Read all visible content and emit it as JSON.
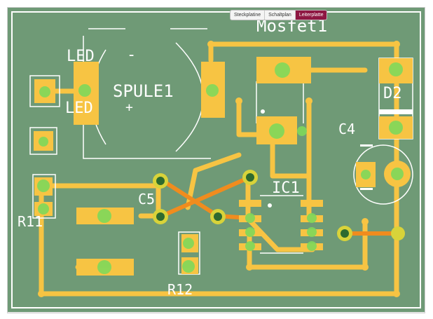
{
  "view_tabs": [
    {
      "label": "Steckplatine",
      "active": false
    },
    {
      "label": "Schaltplan",
      "active": false
    },
    {
      "label": "Leiterplatte",
      "active": true
    }
  ],
  "board": {
    "title": "Mosfet1",
    "silkscreen": {
      "led_top": "LED",
      "minus": "-",
      "spule1": "SPULE1",
      "led_bottom": "LED",
      "plus": "+",
      "d2": "D2",
      "c4": "C4",
      "c5": "C5",
      "ic1": "IC1",
      "r11": "R11",
      "r12": "R12"
    }
  },
  "colors": {
    "board": "#6f9a76",
    "copper": "#f7c443",
    "trace_bottom": "#f08c1e",
    "via": "#2e6a2f",
    "pad_highlight": "#7fd95b",
    "silkscreen": "#ffffff",
    "active_tab": "#8e1742"
  }
}
